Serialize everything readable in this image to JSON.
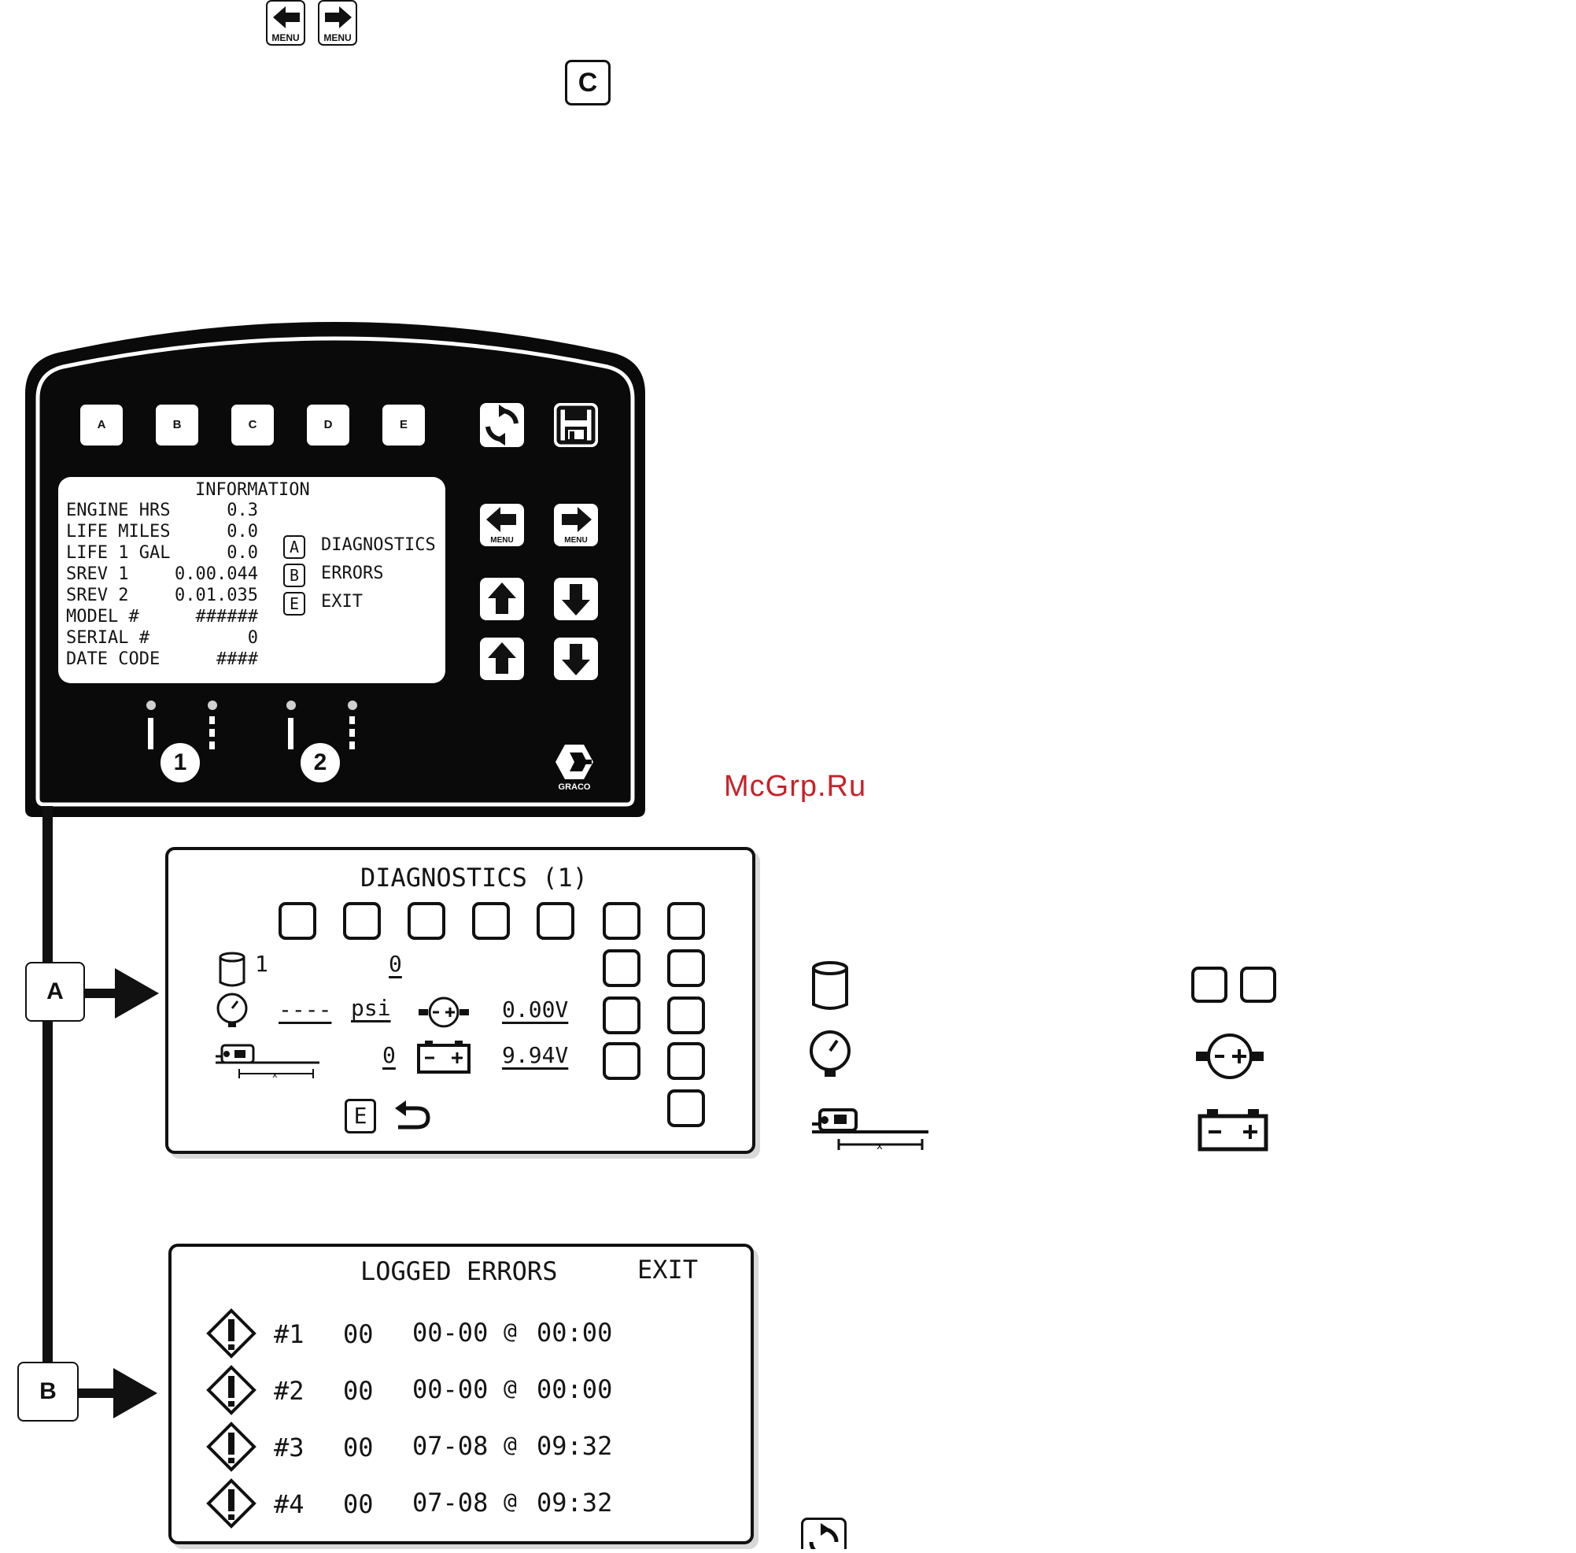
{
  "watermark": "McGrp.Ru",
  "top_keys": {
    "left_menu_label": "MENU",
    "right_menu_label": "MENU",
    "c_label": "C"
  },
  "panel": {
    "softkeys": [
      "A",
      "B",
      "C",
      "D",
      "E"
    ],
    "menu_left_label": "MENU",
    "menu_right_label": "MENU",
    "brand": "GRACO",
    "indicator_1": "1",
    "indicator_2": "2",
    "screen": {
      "title": "INFORMATION",
      "rows": [
        {
          "label": "ENGINE HRS",
          "value": "0.3"
        },
        {
          "label": "LIFE MILES",
          "value": "0.0"
        },
        {
          "label": "LIFE 1 GAL",
          "value": "0.0"
        },
        {
          "label": "SREV 1",
          "value": "0.00.044"
        },
        {
          "label": "SREV 2",
          "value": "0.01.035"
        },
        {
          "label": "MODEL #",
          "value": "######"
        },
        {
          "label": "SERIAL #",
          "value": "0"
        },
        {
          "label": "DATE CODE",
          "value": "####"
        }
      ],
      "menu": [
        {
          "key": "A",
          "label": "DIAGNOSTICS"
        },
        {
          "key": "B",
          "label": "ERRORS"
        },
        {
          "key": "E",
          "label": "EXIT"
        }
      ]
    }
  },
  "callouts": {
    "a": "A",
    "b": "B"
  },
  "diagnostics": {
    "title": "DIAGNOSTICS (1)",
    "tank_number": "1",
    "tank_value": "0",
    "pressure_value": "----",
    "pressure_unit": "psi",
    "sensor_voltage": "0.00V",
    "distance_value": "0",
    "battery_voltage": "9.94V",
    "exit_key": "E"
  },
  "errors": {
    "title": "LOGGED ERRORS",
    "exit": "EXIT",
    "rows": [
      {
        "num": "#1",
        "code": "00",
        "date": "00-00",
        "at": "@",
        "time": "00:00"
      },
      {
        "num": "#2",
        "code": "00",
        "date": "00-00",
        "at": "@",
        "time": "00:00"
      },
      {
        "num": "#3",
        "code": "00",
        "date": "07-08",
        "at": "@",
        "time": "09:32"
      },
      {
        "num": "#4",
        "code": "00",
        "date": "07-08",
        "at": "@",
        "time": "09:32"
      }
    ]
  }
}
